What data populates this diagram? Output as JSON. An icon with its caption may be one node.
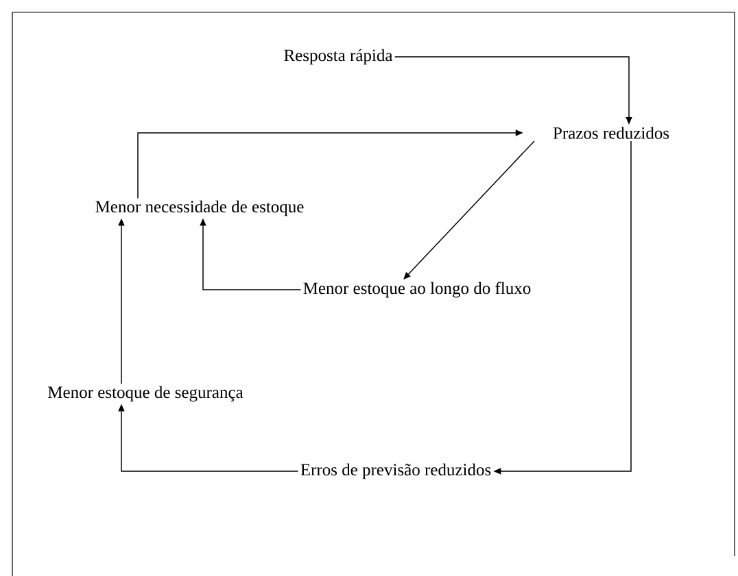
{
  "diagram": {
    "nodes": [
      {
        "text": [
          "Resposta rápida"
        ]
      },
      {
        "text": [
          "Prazos reduzidos"
        ]
      },
      {
        "text": [
          "Menor necessidade de estoque"
        ]
      },
      {
        "text": [
          "Menor estoque ao longo do fluxo"
        ]
      },
      {
        "text": [
          "Menor estoque de segurança"
        ]
      },
      {
        "text": [
          "Erros de previsão reduzidos"
        ]
      }
    ],
    "edges": [
      {
        "from": 0,
        "to": 1,
        "arrow": "to"
      },
      {
        "from": 2,
        "to": 1,
        "arrow": "to"
      },
      {
        "from": 1,
        "to": 3,
        "arrow": "to"
      },
      {
        "from": 3,
        "to": 2,
        "arrow": "to"
      },
      {
        "from": 1,
        "to": 5,
        "arrow": "to"
      },
      {
        "from": 5,
        "to": 4,
        "arrow": "to"
      },
      {
        "from": 4,
        "to": 2,
        "arrow": "to"
      }
    ]
  }
}
